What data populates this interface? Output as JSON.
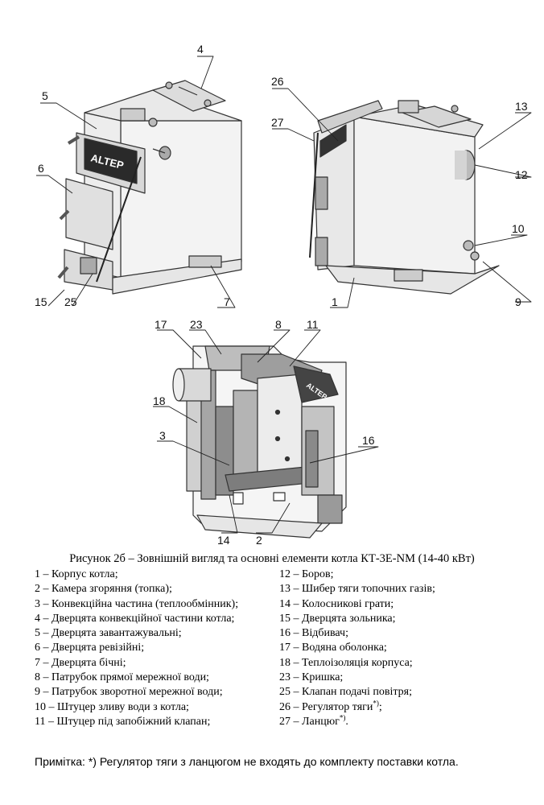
{
  "figure": {
    "logo_text": "ALTEP",
    "callouts": {
      "c1": "1",
      "c2": "2",
      "c3": "3",
      "c4": "4",
      "c5": "5",
      "c6": "6",
      "c7": "7",
      "c8": "8",
      "c9": "9",
      "c10": "10",
      "c11": "11",
      "c12": "12",
      "c13": "13",
      "c14": "14",
      "c15": "15",
      "c16": "16",
      "c17": "17",
      "c18": "18",
      "c23": "23",
      "c25": "25",
      "c26": "26",
      "c27": "27"
    }
  },
  "caption": "Рисунок 2б – Зовнішній вигляд та основні елементи котла КТ-3Е-NM (14-40 кВт)",
  "legend_left": [
    "1 – Корпус котла;",
    "2 – Камера згоряння (топка);",
    "3 – Конвекційна частина (теплообмінник);",
    "4 – Дверцята конвекційної частини котла;",
    "5 – Дверцята завантажувальні;",
    "6 – Дверцята ревізійні;",
    "7 – Дверцята бічні;",
    "8 – Патрубок прямої мережної води;",
    "9 – Патрубок зворотної мережної води;",
    "10 – Штуцер зливу води з котла;",
    "11 – Штуцер під запобіжний клапан;"
  ],
  "legend_right": [
    "12 – Боров;",
    "13 – Шибер тяги топочних газів;",
    "14 – Колосникові грати;",
    "15 – Дверцята зольника;",
    "16 – Відбивач;",
    "17 – Водяна оболонка;",
    "18 – Теплоізоляція корпуса;",
    "23 – Кришка;",
    "25 – Клапан подачі повітря;"
  ],
  "legend_r26": "26 – Регулятор тяги",
  "legend_r27": "27 – Ланцюг",
  "footnote_mark": "*)",
  "legend_r26_end": ";",
  "legend_r27_end": ".",
  "note": "Примітка: *) Регулятор тяги з ланцюгом не входять до комплекту поставки котла."
}
